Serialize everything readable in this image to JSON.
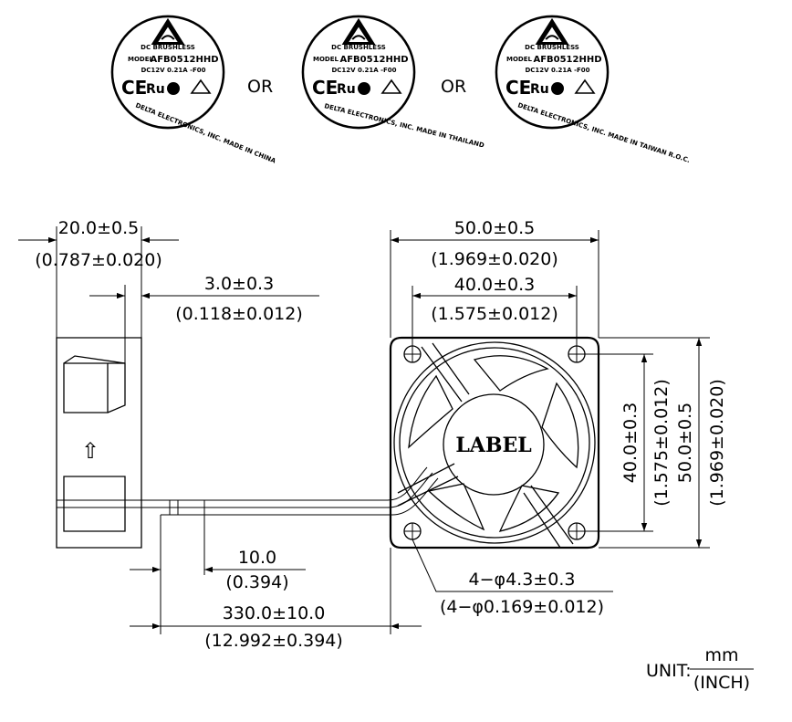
{
  "labels": {
    "line1": "DC BRUSHLESS",
    "model_prefix": "MODEL",
    "model": "AFB0512HHD",
    "rating": "DC12V 0.21A -F00",
    "marks": "CE",
    "variant1_footer": "DELTA ELECTRONICS, INC. MADE IN CHINA",
    "variant2_footer": "DELTA ELECTRONICS, INC. MADE IN THAILAND",
    "variant3_footer": "DELTA ELECTRONICS, INC. MADE IN TAIWAN R.O.C."
  },
  "separators": [
    "OR",
    "OR"
  ],
  "side_view": {
    "depth_mm": "20.0±0.5",
    "depth_in": "(0.787±0.020)",
    "flange_mm": "3.0±0.3",
    "flange_in": "(0.118±0.012)",
    "arrow_glyph": "⇧"
  },
  "front_view": {
    "outer_w_mm": "50.0±0.5",
    "outer_w_in": "(1.969±0.020)",
    "hole_w_mm": "40.0±0.3",
    "hole_w_in": "(1.575±0.012)",
    "hole_h_mm": "40.0±0.3",
    "hole_h_in": "(1.575±0.012)",
    "outer_h_mm": "50.0±0.5",
    "outer_h_in": "(1.969±0.020)",
    "hub_label": "LABEL",
    "hole_mm": "4−φ4.3±0.3",
    "hole_in": "(4−φ0.169±0.012)"
  },
  "wire": {
    "strip_mm": "10.0",
    "strip_in": "(0.394)",
    "length_mm": "330.0±10.0",
    "length_in": "(12.992±0.394)"
  },
  "unit": {
    "prefix": "UNIT:",
    "numerator": "mm",
    "denominator": "(INCH)"
  }
}
